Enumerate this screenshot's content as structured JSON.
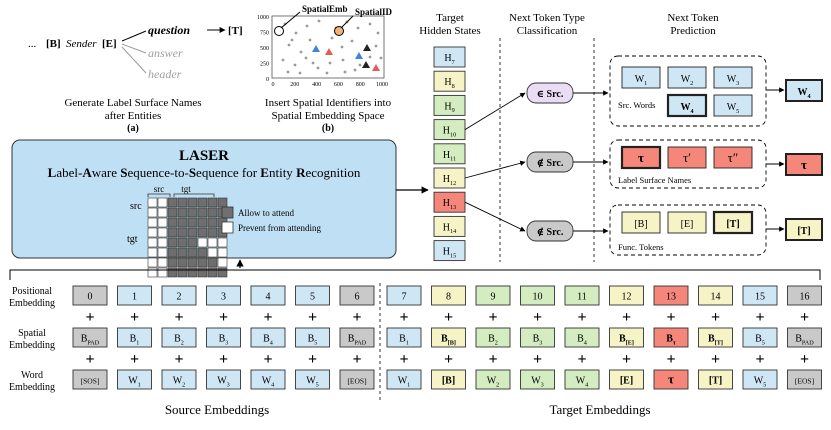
{
  "colors": {
    "blue": "#cfe6f5",
    "yellow": "#f6f4c6",
    "green": "#d3ecc0",
    "red": "#f4877a",
    "gray": "#c9c9c9",
    "purple": "#e9ddf5",
    "laser_bg": "#bfe0f4",
    "border": "#333333"
  },
  "panel_a": {
    "ellipsis": "...",
    "b_tag": "[B]",
    "sender": "Sender",
    "e_tag": "[E]",
    "question": "question",
    "t_tag": "[T]",
    "answer": "answer",
    "header": "header",
    "caption_line1": "Generate Label Surface Names",
    "caption_line2": "after Entities",
    "caption_letter": "(a)"
  },
  "panel_b": {
    "spatial_emb_label": "SpatialEmb",
    "spatial_id_label": "SpatialID",
    "axis_ticks_y": [
      "1000",
      "750",
      "500",
      "250",
      "0"
    ],
    "axis_ticks_x": [
      "0",
      "200",
      "400",
      "600",
      "800",
      "1000"
    ],
    "caption_line1": "Insert Spatial Identifiers into",
    "caption_line2": "Spatial Embedding Space",
    "caption_letter": "(b)"
  },
  "laser": {
    "title": "LASER",
    "subtitle_parts": [
      {
        "t": "L",
        "b": true
      },
      {
        "t": "abel-",
        "b": false
      },
      {
        "t": "A",
        "b": true
      },
      {
        "t": "ware ",
        "b": false
      },
      {
        "t": "S",
        "b": true
      },
      {
        "t": "equence-to-",
        "b": false
      },
      {
        "t": "S",
        "b": true
      },
      {
        "t": "equence for ",
        "b": false
      },
      {
        "t": "E",
        "b": true
      },
      {
        "t": "ntity ",
        "b": false
      },
      {
        "t": "R",
        "b": true
      },
      {
        "t": "ecognition",
        "b": false
      }
    ],
    "src_label": "src",
    "tgt_label": "tgt",
    "legend_attend": "Allow to attend",
    "legend_prevent": "Prevent from attending"
  },
  "columns": {
    "hidden_states_title": [
      "Target",
      "Hidden States"
    ],
    "classification_title": [
      "Next Token Type",
      "Classification"
    ],
    "prediction_title": [
      "Next Token",
      "Prediction"
    ]
  },
  "hidden_states": [
    {
      "label": "H",
      "sub": "7",
      "color": "blue"
    },
    {
      "label": "H",
      "sub": "8",
      "color": "yellow"
    },
    {
      "label": "H",
      "sub": "9",
      "color": "green"
    },
    {
      "label": "H",
      "sub": "10",
      "color": "green"
    },
    {
      "label": "H",
      "sub": "11",
      "color": "green"
    },
    {
      "label": "H",
      "sub": "12",
      "color": "yellow"
    },
    {
      "label": "H",
      "sub": "13",
      "color": "red"
    },
    {
      "label": "H",
      "sub": "14",
      "color": "yellow"
    },
    {
      "label": "H",
      "sub": "15",
      "color": "blue"
    }
  ],
  "classifiers": [
    {
      "label": "∈ Src.",
      "color": "purple"
    },
    {
      "label": "∉ Src.",
      "color": "gray"
    },
    {
      "label": "∉ Src.",
      "color": "gray"
    }
  ],
  "prediction_groups": [
    {
      "caption": "Src. Words",
      "tokens": [
        {
          "label": "W",
          "sub": "1",
          "bold": false
        },
        {
          "label": "W",
          "sub": "2",
          "bold": false
        },
        {
          "label": "W",
          "sub": "3",
          "bold": false
        },
        {
          "label": "W",
          "sub": "4",
          "bold": true
        },
        {
          "label": "W",
          "sub": "5",
          "bold": false
        }
      ],
      "color": "blue",
      "output": {
        "label": "W",
        "sub": "4"
      }
    },
    {
      "caption": "Label Surface Names",
      "tokens": [
        {
          "label": "τ",
          "sub": "",
          "bold": true
        },
        {
          "label": "τ′",
          "sub": "",
          "bold": false
        },
        {
          "label": "τ″",
          "sub": "",
          "bold": false
        }
      ],
      "color": "red",
      "output": {
        "label": "τ",
        "sub": ""
      }
    },
    {
      "caption": "Func. Tokens",
      "tokens": [
        {
          "label": "[B]",
          "sub": "",
          "bold": false
        },
        {
          "label": "[E]",
          "sub": "",
          "bold": false
        },
        {
          "label": "[T]",
          "sub": "",
          "bold": true
        }
      ],
      "color": "yellow",
      "output": {
        "label": "[T]",
        "sub": ""
      }
    }
  ],
  "row_labels": {
    "positional": [
      "Positional",
      "Embedding"
    ],
    "spatial": [
      "Spatial",
      "Embedding"
    ],
    "word": [
      "Word",
      "Embedding"
    ]
  },
  "plus": "+",
  "source_tokens": [
    {
      "pos": "0",
      "sp": "B",
      "sp_sub": "PAD",
      "w": "[SOS]",
      "w_sub": "",
      "color": "gray",
      "bold": false
    },
    {
      "pos": "1",
      "sp": "B",
      "sp_sub": "1",
      "w": "W",
      "w_sub": "1",
      "color": "blue",
      "bold": false
    },
    {
      "pos": "2",
      "sp": "B",
      "sp_sub": "2",
      "w": "W",
      "w_sub": "2",
      "color": "blue",
      "bold": false
    },
    {
      "pos": "3",
      "sp": "B",
      "sp_sub": "3",
      "w": "W",
      "w_sub": "3",
      "color": "blue",
      "bold": false
    },
    {
      "pos": "4",
      "sp": "B",
      "sp_sub": "4",
      "w": "W",
      "w_sub": "4",
      "color": "blue",
      "bold": false
    },
    {
      "pos": "5",
      "sp": "B",
      "sp_sub": "5",
      "w": "W",
      "w_sub": "5",
      "color": "blue",
      "bold": false
    },
    {
      "pos": "6",
      "sp": "B",
      "sp_sub": "PAD",
      "w": "[EOS]",
      "w_sub": "",
      "color": "gray",
      "bold": false
    }
  ],
  "target_tokens": [
    {
      "pos": "7",
      "sp": "B",
      "sp_sub": "1",
      "w": "W",
      "w_sub": "1",
      "color": "blue",
      "bold": false
    },
    {
      "pos": "8",
      "sp": "B",
      "sp_sub": "[B]",
      "w": "[B]",
      "w_sub": "",
      "color": "yellow",
      "bold": true
    },
    {
      "pos": "9",
      "sp": "B",
      "sp_sub": "2",
      "w": "W",
      "w_sub": "2",
      "color": "green",
      "bold": false
    },
    {
      "pos": "10",
      "sp": "B",
      "sp_sub": "3",
      "w": "W",
      "w_sub": "3",
      "color": "green",
      "bold": false
    },
    {
      "pos": "11",
      "sp": "B",
      "sp_sub": "4",
      "w": "W",
      "w_sub": "4",
      "color": "green",
      "bold": false
    },
    {
      "pos": "12",
      "sp": "B",
      "sp_sub": "[E]",
      "w": "[E]",
      "w_sub": "",
      "color": "yellow",
      "bold": true
    },
    {
      "pos": "13",
      "sp": "B",
      "sp_sub": "τ",
      "w": "τ",
      "w_sub": "",
      "color": "red",
      "bold": true
    },
    {
      "pos": "14",
      "sp": "B",
      "sp_sub": "[T]",
      "w": "[T]",
      "w_sub": "",
      "color": "yellow",
      "bold": true
    },
    {
      "pos": "15",
      "sp": "B",
      "sp_sub": "5",
      "w": "W",
      "w_sub": "5",
      "color": "blue",
      "bold": false
    },
    {
      "pos": "16",
      "sp": "B",
      "sp_sub": "PAD",
      "w": "[EOS]",
      "w_sub": "",
      "color": "gray",
      "bold": false
    }
  ],
  "source_title": "Source Embeddings",
  "target_title": "Target Embeddings"
}
